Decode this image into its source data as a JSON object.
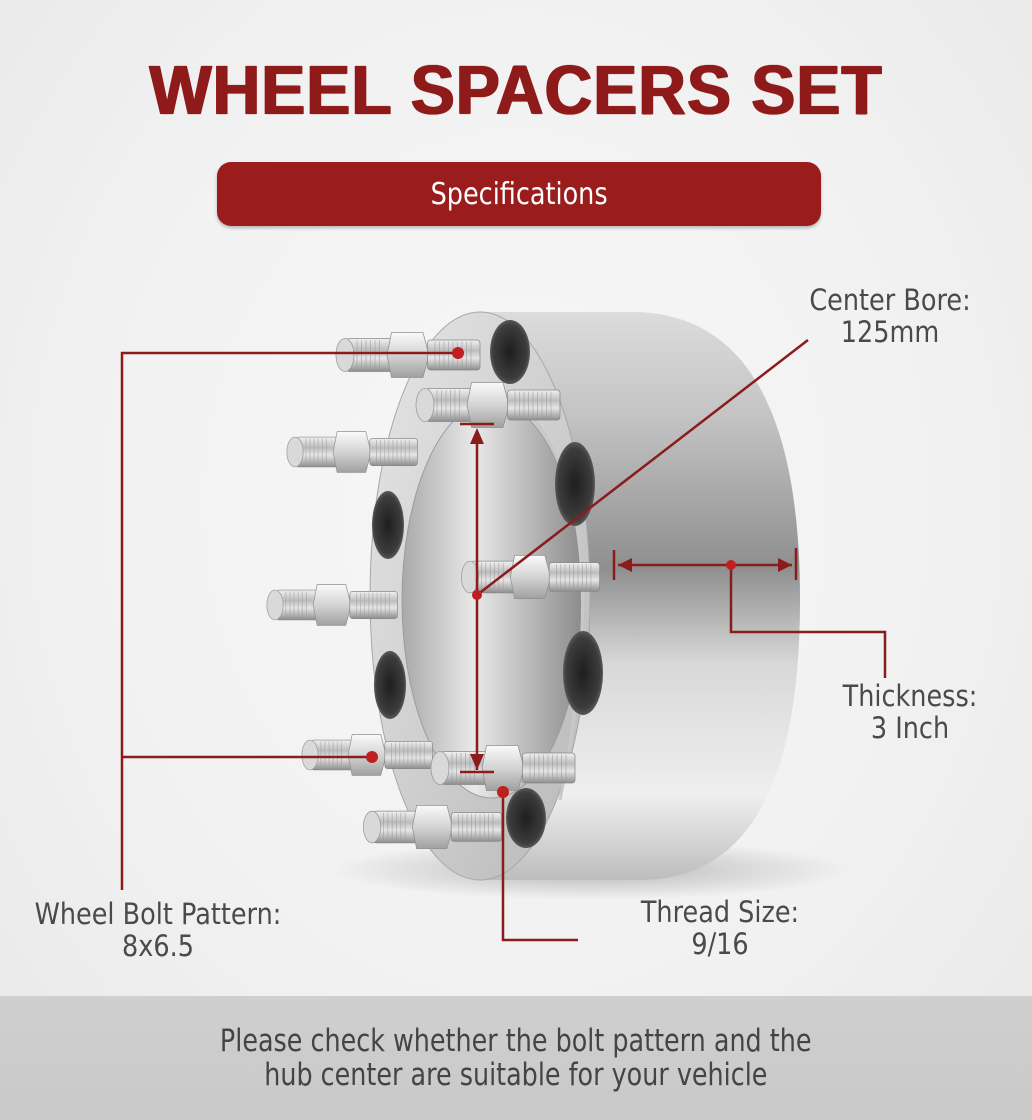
{
  "header": {
    "title": "WHEEL SPACERS SET",
    "subtitle_badge": "Specifications"
  },
  "specs": {
    "center_bore": {
      "label": "Center Bore:",
      "value": "125mm"
    },
    "thickness": {
      "label": "Thickness:",
      "value": "3 Inch"
    },
    "bolt_pattern": {
      "label": "Wheel Bolt Pattern:",
      "value": "8x6.5"
    },
    "thread_size": {
      "label": "Thread Size:",
      "value": "9/16"
    }
  },
  "footer": {
    "line1": "Please check whether the bolt pattern and the",
    "line2": "hub center are suitable for your vehicle"
  },
  "colors": {
    "brand_red": "#9b1c1c",
    "title_red": "#8e1a1a",
    "annotation_red": "#8a1c1c",
    "text_gray": "#4a4a4a",
    "footer_bg": "#cccccc",
    "background": "#f1f1f1"
  },
  "illustration": {
    "subject": "wheel-spacer",
    "stud_count": 8
  }
}
